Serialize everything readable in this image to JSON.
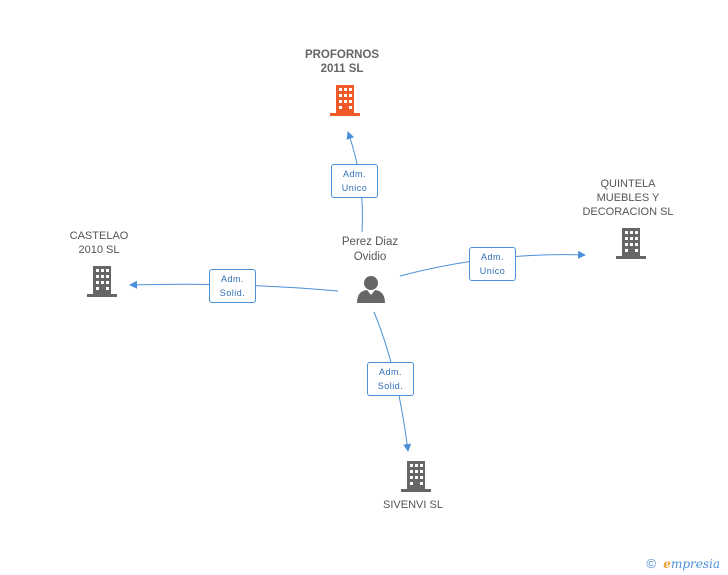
{
  "nodes": {
    "profornos": {
      "line1": "PROFORNOS",
      "line2": "2011 SL",
      "color": "#f05a28"
    },
    "quintela": {
      "line1": "QUINTELA",
      "line2": "MUEBLES Y",
      "line3": "DECORACION SL",
      "color": "#666666"
    },
    "castelao": {
      "line1": "CASTELAO",
      "line2": "2010 SL",
      "color": "#666666"
    },
    "sivenvi": {
      "line1": "SIVENVI SL",
      "color": "#666666"
    },
    "person": {
      "line1": "Perez Diaz",
      "line2": "Ovidio",
      "color": "#666666"
    }
  },
  "edges": {
    "to_profornos": {
      "line1": "Adm.",
      "line2": "Unico"
    },
    "to_quintela": {
      "line1": "Adm.",
      "line2": "Unico"
    },
    "to_castelao": {
      "line1": "Adm.",
      "line2": "Solid."
    },
    "to_sivenvi": {
      "line1": "Adm.",
      "line2": "Solid."
    }
  },
  "footer": {
    "copyright": "©",
    "brand_first": "e",
    "brand_rest": "mpresia"
  },
  "colors": {
    "edge": "#4a90d9",
    "highlight": "#f05a28",
    "building": "#666666"
  }
}
